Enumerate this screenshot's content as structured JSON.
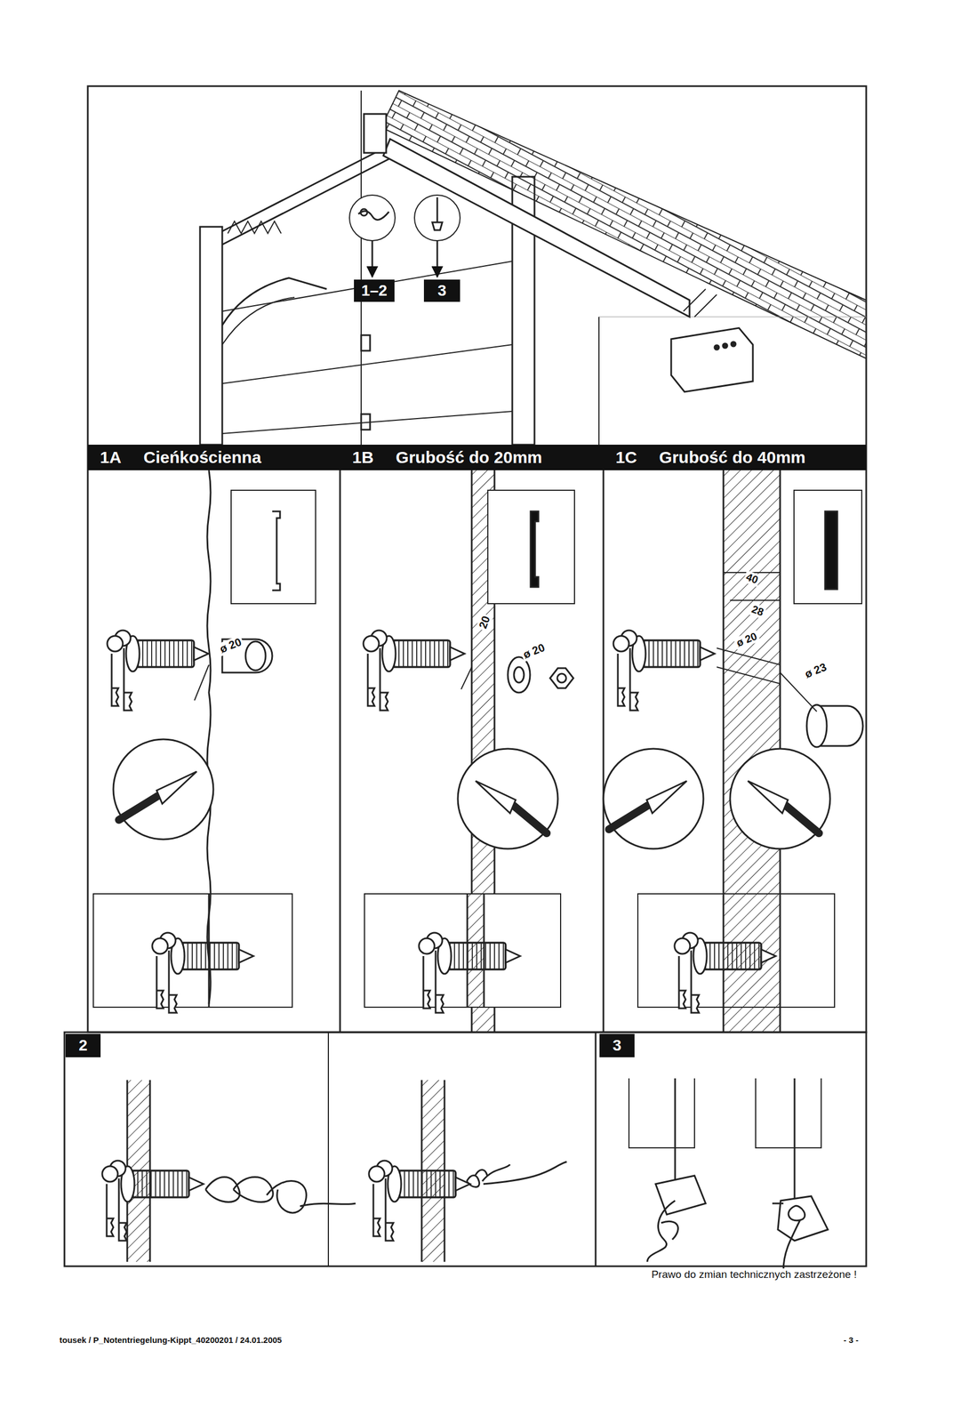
{
  "diagram": {
    "nodes": [
      {
        "text": [
          "1–2"
        ]
      },
      {
        "text": [
          "3"
        ]
      },
      {
        "text": [
          "1A",
          "Cieńkościenna"
        ]
      },
      {
        "text": [
          "1B",
          "Grubość do 20mm"
        ]
      },
      {
        "text": [
          "1C",
          "Grubość do 40mm"
        ]
      },
      {
        "text": [
          "2"
        ]
      },
      {
        "text": [
          "3"
        ]
      }
    ],
    "labels": [
      "ø 20",
      "20",
      "ø 20",
      "40",
      "28",
      "ø 20",
      "ø 23",
      "Prawo do zmian technicznych zastrzeżone !",
      "tousek / P_Notentriegelung-Kippt_40200201 / 24.01.2005",
      "- 3 -"
    ]
  }
}
